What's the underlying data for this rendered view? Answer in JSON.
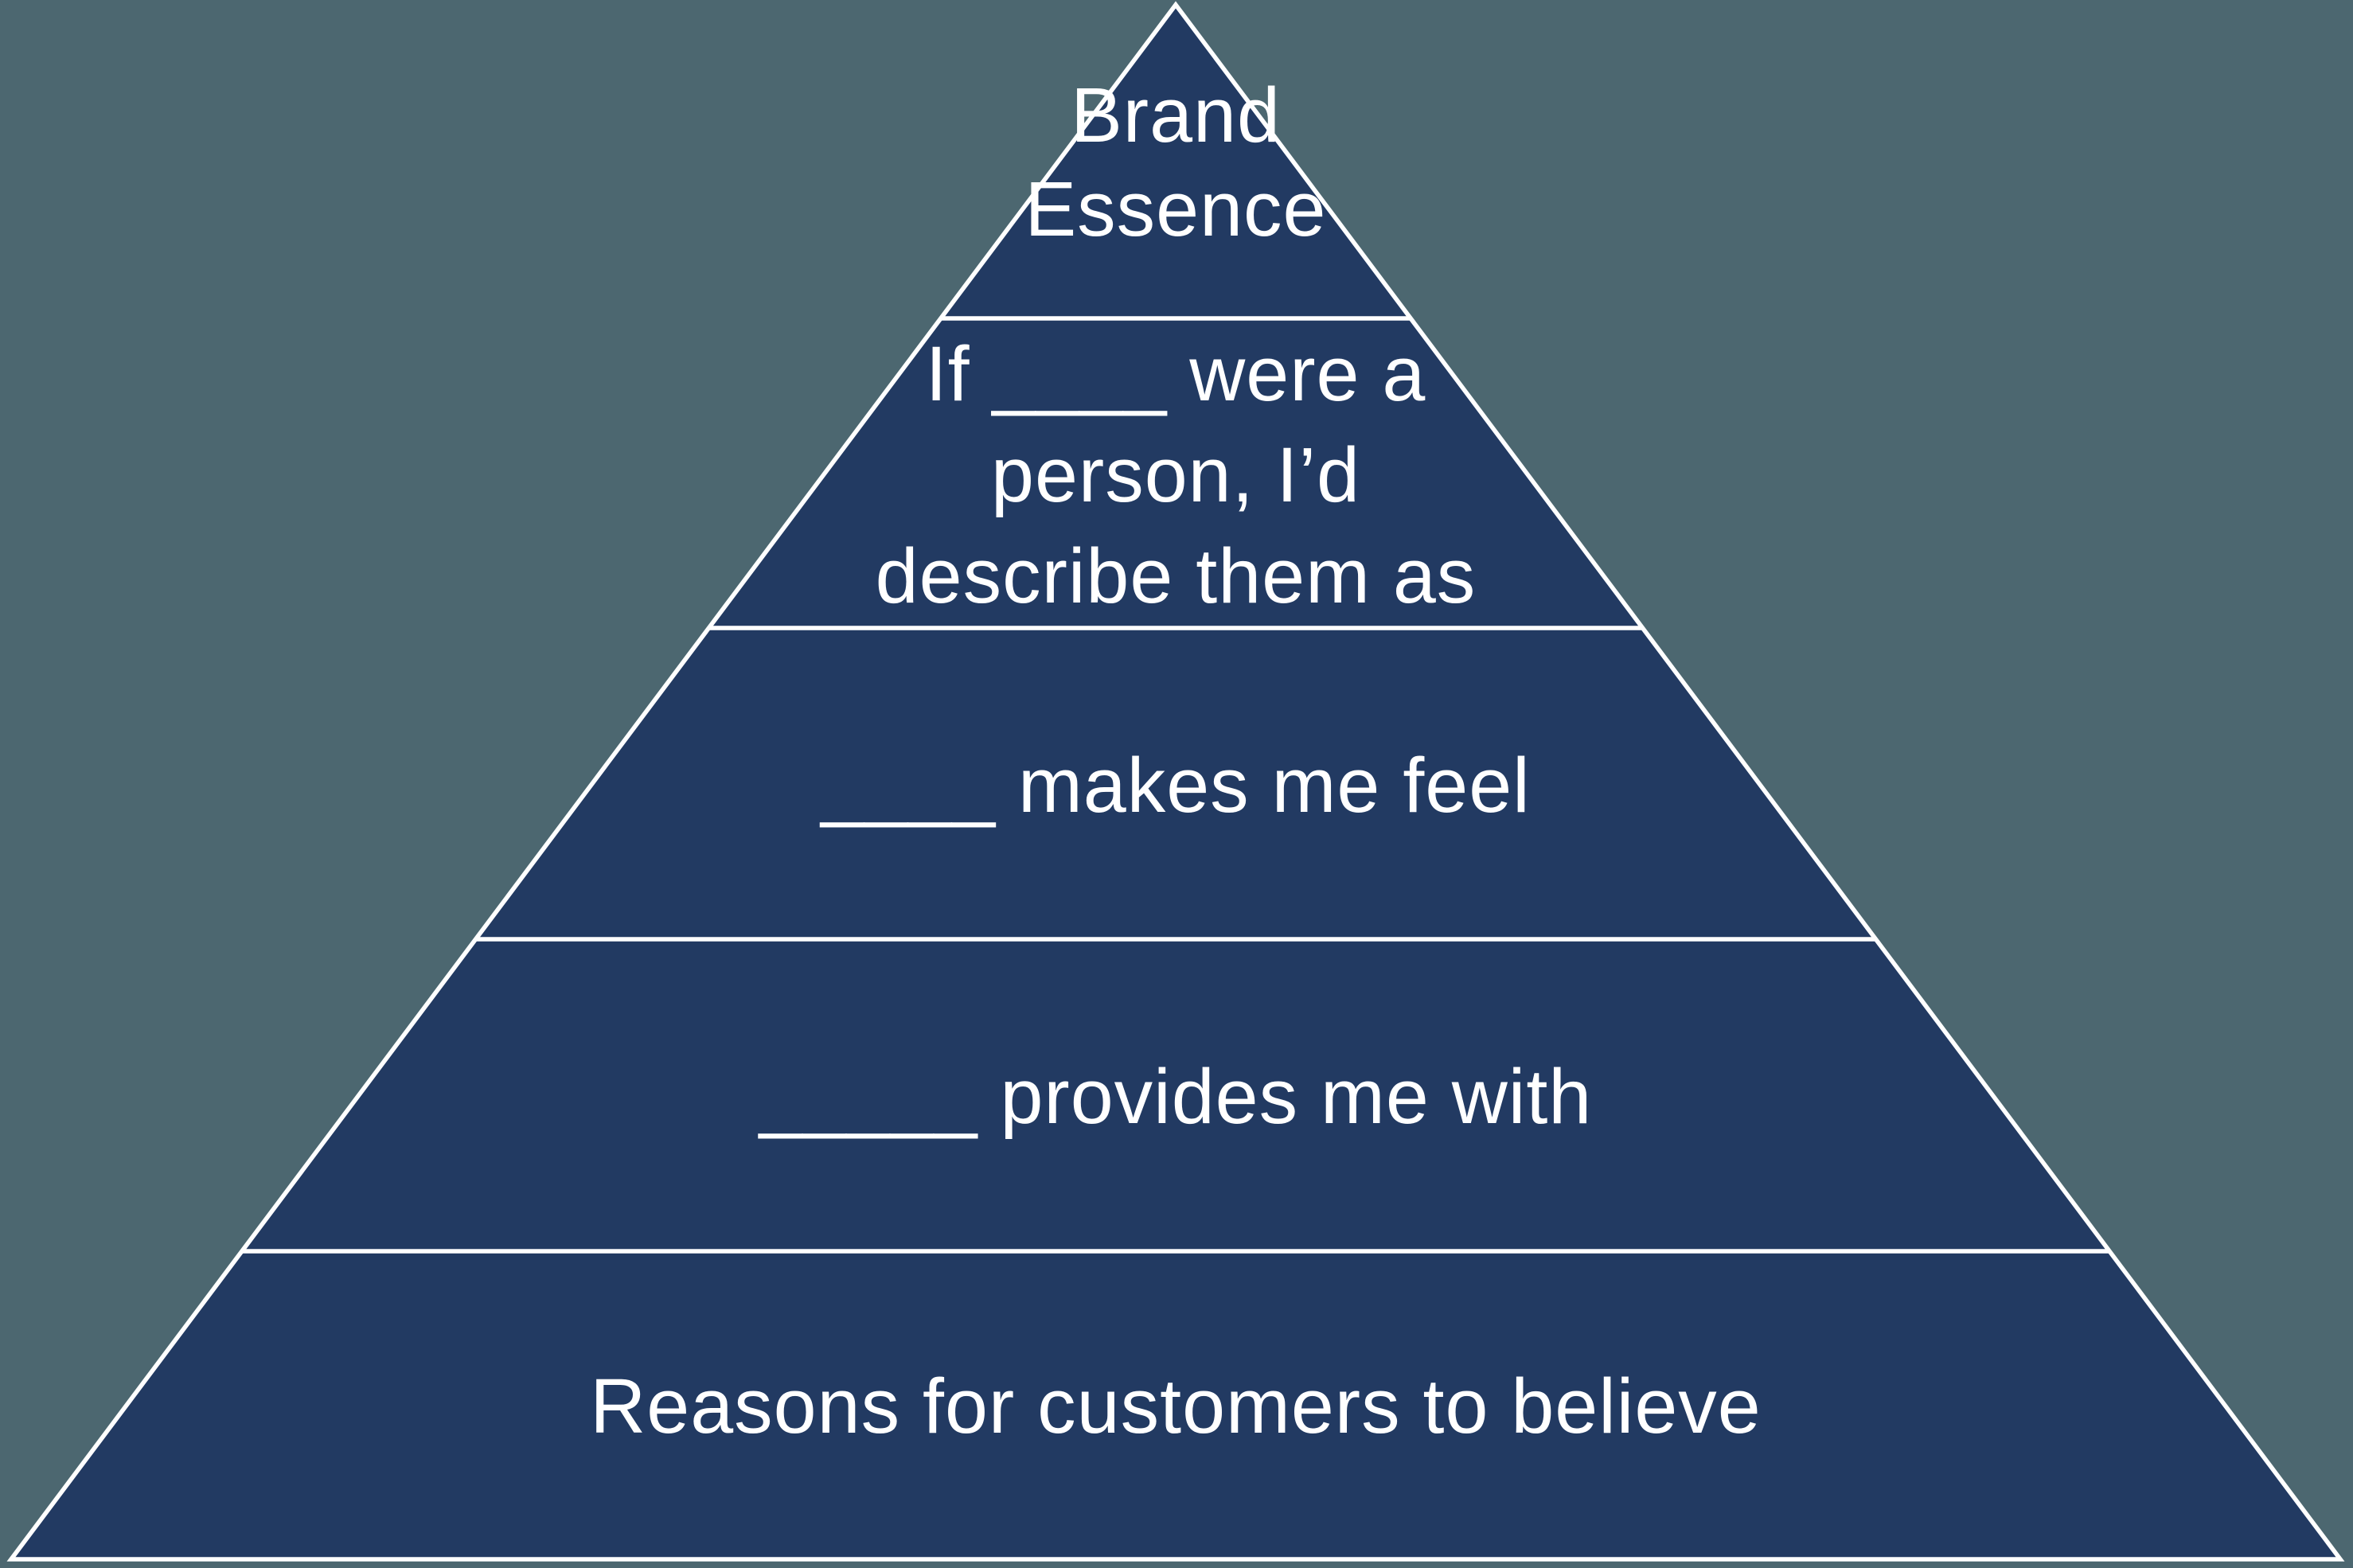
{
  "colors": {
    "background": "#4C6770",
    "pyramid_fill": "#223A62",
    "line": "#FFFFFF",
    "text": "#FFFFFF"
  },
  "pyramid": {
    "tiers": [
      {
        "lines": [
          "Brand",
          "Essence"
        ]
      },
      {
        "lines": [
          "If ____ were a",
          "person, I’d",
          "describe them as"
        ]
      },
      {
        "lines": [
          "____ makes me feel"
        ]
      },
      {
        "lines": [
          "_____ provides me with"
        ]
      },
      {
        "lines": [
          "Reasons for customers to believe"
        ]
      }
    ]
  }
}
